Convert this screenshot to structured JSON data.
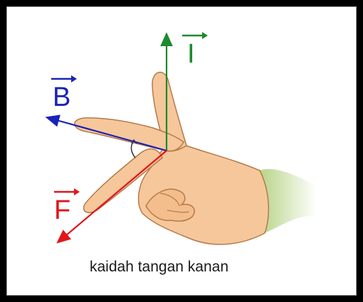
{
  "labels": {
    "current": "I",
    "field": "B",
    "force": "F"
  },
  "caption": "kaidah tangan kanan",
  "colors": {
    "current": "#1e8a2e",
    "field": "#1a22b8",
    "force": "#e0161b",
    "skin": "#f6c79a",
    "skin_shadow": "#d99a68",
    "outline": "#b47a4a",
    "sleeve": "#c8dda0"
  }
}
